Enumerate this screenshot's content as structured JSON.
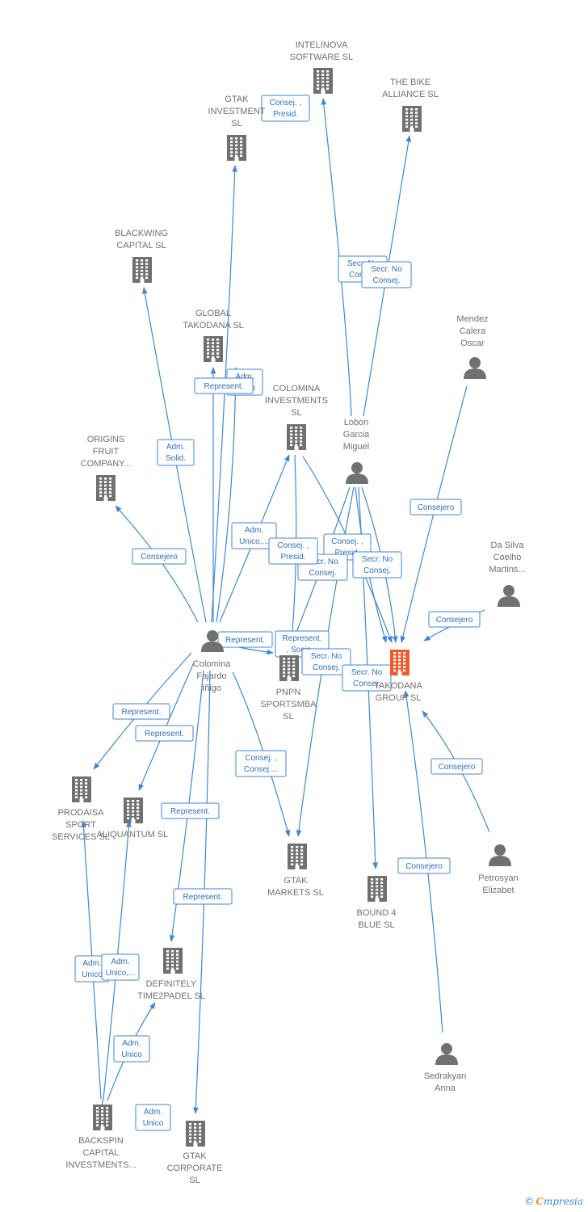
{
  "colors": {
    "edge": "#3f86d9",
    "edge_text": "#2f6fc0",
    "company": "#707070",
    "person": "#707070",
    "highlight": "#f05a28",
    "label": "#707070"
  },
  "nodes": [
    {
      "id": "intelinova",
      "type": "company",
      "label": [
        "INTELINOVA",
        "SOFTWARE SL"
      ]
    },
    {
      "id": "bike",
      "type": "company",
      "label": [
        "THE BIKE",
        "ALLIANCE  SL"
      ]
    },
    {
      "id": "gtakinv",
      "type": "company",
      "label": [
        "GTAK",
        "INVESTMENT",
        "SL"
      ]
    },
    {
      "id": "blackwing",
      "type": "company",
      "label": [
        "BLACKWING",
        "CAPITAL  SL"
      ]
    },
    {
      "id": "globaltak",
      "type": "company",
      "label": [
        "GLOBAL",
        "TAKODANA  SL"
      ]
    },
    {
      "id": "colominv",
      "type": "company",
      "label": [
        "COLOMINA",
        "INVESTMENTS",
        "SL"
      ]
    },
    {
      "id": "lobon",
      "type": "person",
      "label": [
        "Lobon",
        "Garcia",
        "Miguel"
      ]
    },
    {
      "id": "mendez",
      "type": "person",
      "label": [
        "Mendez",
        "Calera",
        "Oscar"
      ]
    },
    {
      "id": "origins",
      "type": "company",
      "label": [
        "ORIGINS",
        "FRUIT",
        "COMPANY..."
      ]
    },
    {
      "id": "dasilva",
      "type": "person",
      "label": [
        "Da Silva",
        "Coelho",
        "Martins..."
      ]
    },
    {
      "id": "colomina",
      "type": "person",
      "label": [
        "Colomina",
        "Fajardo",
        "Iñigo"
      ]
    },
    {
      "id": "pnpn",
      "type": "company",
      "label": [
        "PNPN",
        "SPORTSMBA",
        "SL"
      ]
    },
    {
      "id": "takodana",
      "type": "company",
      "highlight": true,
      "label": [
        "TAKODANA",
        "GROUP  SL"
      ]
    },
    {
      "id": "prodaisa",
      "type": "company",
      "label": [
        "PRODAISA",
        "SPORT",
        "SERVICES  SL"
      ]
    },
    {
      "id": "aliquantum",
      "type": "company",
      "label": [
        "ALIQUANTUM SL"
      ]
    },
    {
      "id": "gtakmarkets",
      "type": "company",
      "label": [
        "GTAK",
        "MARKETS  SL"
      ]
    },
    {
      "id": "bound4",
      "type": "company",
      "label": [
        "BOUND 4",
        "BLUE  SL"
      ]
    },
    {
      "id": "petrosyan",
      "type": "person",
      "label": [
        "Petrosyan",
        "Elizabet"
      ]
    },
    {
      "id": "definitely",
      "type": "company",
      "label": [
        "DEFINITELY",
        "TIME2PADEL SL"
      ]
    },
    {
      "id": "sedrakyan",
      "type": "person",
      "label": [
        "Sedrakyan",
        "Anna"
      ]
    },
    {
      "id": "backspin",
      "type": "company",
      "label": [
        "BACKSPIN",
        "CAPITAL",
        "INVESTMENTS..."
      ]
    },
    {
      "id": "gtakcorp",
      "type": "company",
      "label": [
        "GTAK",
        "CORPORATE",
        "SL"
      ]
    }
  ],
  "edges": [
    {
      "from": "lobon",
      "to": "intelinova",
      "label": [
        "Secr.  No",
        "Consej."
      ]
    },
    {
      "from": "lobon",
      "to": "bike",
      "label": [
        "Secr.  No",
        "Consej."
      ]
    },
    {
      "from": "colomina",
      "to": "gtakinv",
      "label": [
        "Consej. ,",
        "Presid."
      ]
    },
    {
      "from": "colomina",
      "to": "blackwing",
      "label": [
        "Adm.",
        "Solid."
      ]
    },
    {
      "from": "colomina",
      "to": "globaltak",
      "label": [
        "Adm.",
        "Unico"
      ]
    },
    {
      "from": "colomina",
      "to": "globaltak",
      "label": [
        "Represent."
      ]
    },
    {
      "from": "colomina",
      "to": "origins",
      "label": [
        "Consejero"
      ]
    },
    {
      "from": "colomina",
      "to": "colominv",
      "label": [
        "Adm.",
        "Unico,..."
      ]
    },
    {
      "from": "colomina",
      "to": "pnpn",
      "label": [
        "Represent."
      ]
    },
    {
      "from": "colomina",
      "to": "prodaisa",
      "label": [
        "Represent."
      ]
    },
    {
      "from": "colomina",
      "to": "aliquantum",
      "label": [
        "Represent."
      ]
    },
    {
      "from": "colomina",
      "to": "gtakmarkets",
      "label": [
        "Consej. ,",
        "Consej...."
      ]
    },
    {
      "from": "colomina",
      "to": "definitely",
      "label": [
        "Represent."
      ]
    },
    {
      "from": "colomina",
      "to": "gtakcorp",
      "label": [
        "Represent."
      ]
    },
    {
      "from": "colominv",
      "to": "pnpn",
      "label": [
        "Represent.",
        ", Socio..."
      ]
    },
    {
      "from": "colominv",
      "to": "takodana",
      "label": [
        "Consej. ,",
        "Presid."
      ]
    },
    {
      "from": "lobon",
      "to": "pnpn",
      "label": [
        "Secr.  No",
        "Consej."
      ]
    },
    {
      "from": "lobon",
      "to": "takodana",
      "label": [
        "Consej. ,",
        "Presid."
      ]
    },
    {
      "from": "lobon",
      "to": "takodana",
      "label": [
        "Secr.  No",
        "Consej."
      ]
    },
    {
      "from": "lobon",
      "to": "gtakmarkets",
      "label": [
        "Secr.  No",
        "Consej."
      ]
    },
    {
      "from": "lobon",
      "to": "bound4",
      "label": [
        "Secr.  No",
        "Consej."
      ]
    },
    {
      "from": "mendez",
      "to": "takodana",
      "label": [
        "Consejero"
      ]
    },
    {
      "from": "dasilva",
      "to": "takodana",
      "label": [
        "Consejero"
      ]
    },
    {
      "from": "petrosyan",
      "to": "takodana",
      "label": [
        "Consejero"
      ]
    },
    {
      "from": "sedrakyan",
      "to": "takodana",
      "label": [
        "Consejero"
      ]
    },
    {
      "from": "backspin",
      "to": "prodaisa",
      "label": [
        "Adm.",
        "Unico"
      ]
    },
    {
      "from": "backspin",
      "to": "aliquantum",
      "label": [
        "Adm.",
        "Unico,..."
      ]
    },
    {
      "from": "backspin",
      "to": "definitely",
      "label": [
        "Adm.",
        "Unico"
      ]
    },
    {
      "from": "backspin",
      "to": "gtakcorp",
      "label": [
        "Adm.",
        "Unico"
      ]
    }
  ],
  "brand": {
    "copyright": "©",
    "initial": "C",
    "name": "mpresia"
  }
}
